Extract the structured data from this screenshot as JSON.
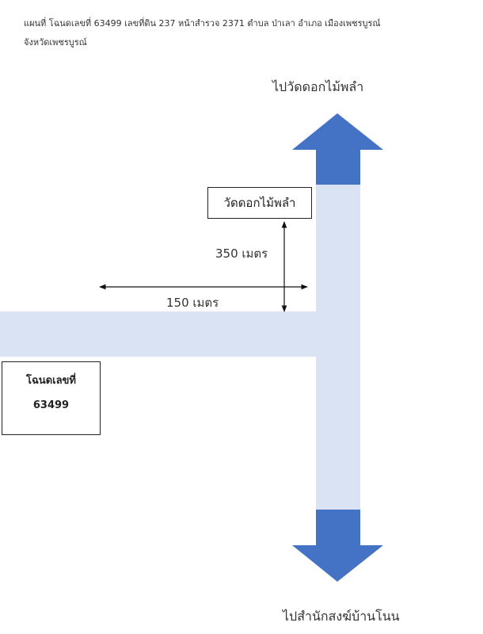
{
  "header": {
    "line1": "แผนที่ โฉนดเลขที่  63499  เลขที่ดิน 237 หน้าสำรวจ 2371  ตำบล  ป่าเลา  อำเภอ เมืองเพชรบูรณ์",
    "line2": "จังหวัดเพชรบูรณ์"
  },
  "map": {
    "destination_north": "ไปวัดดอกไม้พลำ",
    "destination_south": "ไปสำนักสงฆ์บ้านโนน",
    "temple_label": "วัดดอกไม้พลำ",
    "distance_vertical": "350 เมตร",
    "distance_horizontal": "150 เมตร",
    "deed_title": "โฉนดเลขที่",
    "deed_number": "63499"
  },
  "colors": {
    "road": "#dae3f3",
    "arrow": "#4472c4",
    "dimension_line": "#111111"
  }
}
